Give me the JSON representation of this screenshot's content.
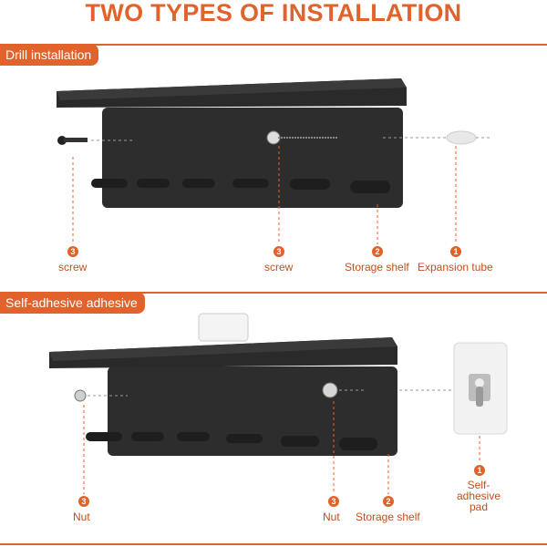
{
  "title": "TWO TYPES OF INSTALLATION",
  "sections": [
    {
      "tab": "Drill installation",
      "callouts": [
        {
          "num": "3",
          "label": "screw"
        },
        {
          "num": "3",
          "label": "screw"
        },
        {
          "num": "2",
          "label": "Storage shelf"
        },
        {
          "num": "1",
          "label": "Expansion tube"
        }
      ]
    },
    {
      "tab": "Self-adhesive adhesive",
      "callouts": [
        {
          "num": "3",
          "label": "Nut"
        },
        {
          "num": "3",
          "label": "Nut"
        },
        {
          "num": "2",
          "label": "Storage shelf"
        },
        {
          "num": "1",
          "label": "Self-adhesive pad"
        }
      ]
    }
  ],
  "colors": {
    "accent": "#e2622b",
    "shelf": "#2f2f2f",
    "shelf_dark": "#1b1b1b"
  }
}
